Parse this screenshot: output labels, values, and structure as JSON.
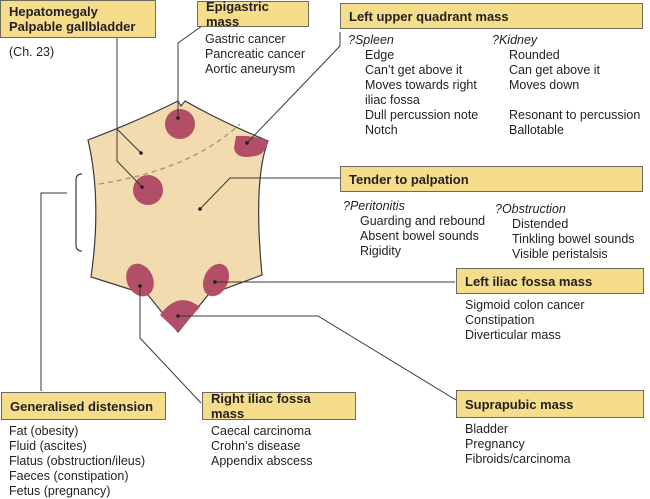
{
  "colors": {
    "box_fill": "#f5dd8c",
    "abdomen_fill": "#f3dbb0",
    "mass_fill": "#b24e67",
    "line": "#3a3a3a"
  },
  "hepatomegaly": {
    "title_line1": "Hepatomegaly",
    "title_line2": "Palpable gallbladder",
    "note": "(Ch. 23)"
  },
  "epigastric": {
    "title": "Epigastric mass",
    "items": [
      "Gastric cancer",
      "Pancreatic cancer",
      "Aortic aneurysm"
    ]
  },
  "luq": {
    "title": "Left upper quadrant mass",
    "spleen": {
      "heading": "?Spleen",
      "items": [
        "Edge",
        "Can’t get above it",
        "Moves towards right",
        "iliac fossa",
        "Dull percussion note",
        "Notch"
      ]
    },
    "kidney": {
      "heading": "?Kidney",
      "items": [
        "Rounded",
        "Can get above it",
        "Moves down",
        "",
        "Resonant to percussion",
        "Ballotable"
      ]
    }
  },
  "tender": {
    "title": "Tender to palpation",
    "peritonitis": {
      "heading": "?Peritonitis",
      "items": [
        "Guarding and rebound",
        "Absent bowel sounds",
        "Rigidity"
      ]
    },
    "obstruction": {
      "heading": "?Obstruction",
      "items": [
        "Distended",
        "Tinkling bowel sounds",
        "Visible peristalsis"
      ]
    }
  },
  "lif": {
    "title": "Left iliac fossa mass",
    "items": [
      "Sigmoid colon cancer",
      "Constipation",
      "Diverticular mass"
    ]
  },
  "generalised": {
    "title": "Generalised distension",
    "items": [
      "Fat (obesity)",
      "Fluid (ascites)",
      "Flatus (obstruction/ileus)",
      "Faeces (constipation)",
      "Fetus (pregnancy)"
    ]
  },
  "rif": {
    "title": "Right iliac fossa mass",
    "items": [
      "Caecal carcinoma",
      "Crohn’s disease",
      "Appendix abscess"
    ]
  },
  "suprapubic": {
    "title": "Suprapubic mass",
    "items": [
      "Bladder",
      "Pregnancy",
      "Fibroids/carcinoma"
    ]
  }
}
